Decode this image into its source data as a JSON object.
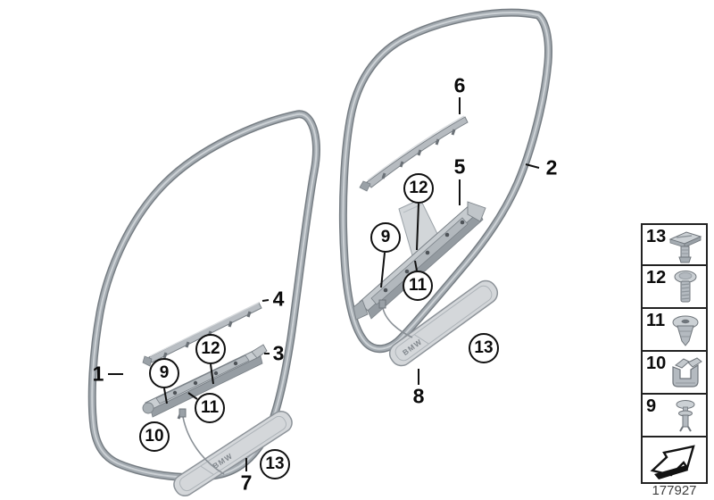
{
  "figure": {
    "drawing_number": "177927",
    "brand_text": "BMW",
    "callouts": {
      "c1": "1",
      "c2": "2",
      "c3": "3",
      "c4": "4",
      "c5": "5",
      "c6": "6",
      "c7": "7",
      "c8": "8"
    },
    "circled": {
      "left_9": "9",
      "left_10": "10",
      "left_11": "11",
      "left_12": "12",
      "left_13": "13",
      "right_9": "9",
      "right_11": "11",
      "right_12": "12",
      "right_13": "13"
    },
    "fasteners": [
      {
        "label": "13",
        "icon": "expanding-rivet-icon"
      },
      {
        "label": "12",
        "icon": "screw-icon"
      },
      {
        "label": "11",
        "icon": "grommet-icon"
      },
      {
        "label": "10",
        "icon": "clamp-icon"
      },
      {
        "label": "9",
        "icon": "push-rivet-icon"
      }
    ],
    "colors": {
      "seal_outline": "#767d83",
      "seal_body": "#a3aab0",
      "seal_highlight": "#ccd1d5",
      "part_fill": "#b9bec3",
      "plate_fill": "#d4d7da",
      "leader_line": "#111111"
    }
  }
}
